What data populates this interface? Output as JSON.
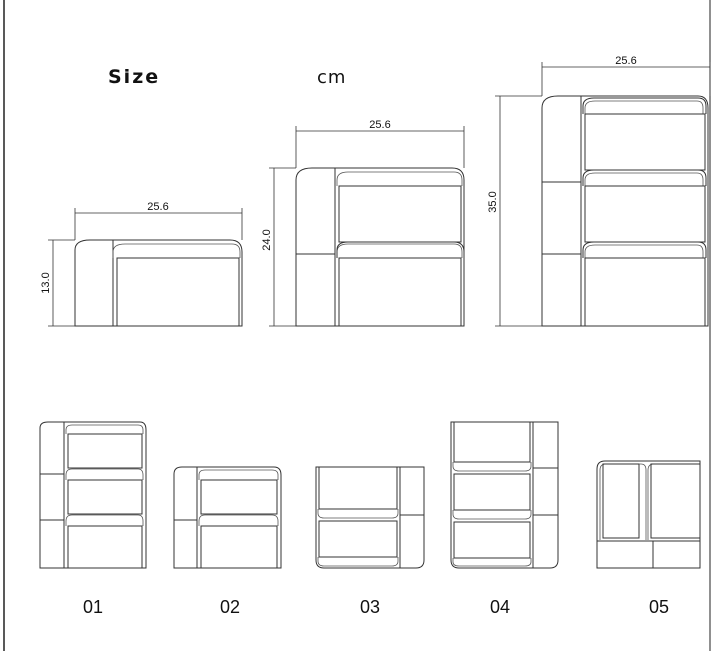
{
  "header": {
    "title": "Size",
    "unit": "cm"
  },
  "dimensions": {
    "width_small": "25.6",
    "width_medium": "25.6",
    "width_large": "25.6",
    "height_small": "13.0",
    "height_medium": "24.0",
    "height_large": "35.0"
  },
  "configurations": [
    {
      "label": "01"
    },
    {
      "label": "02"
    },
    {
      "label": "03"
    },
    {
      "label": "04"
    },
    {
      "label": "05"
    }
  ],
  "colors": {
    "line": "#333333",
    "background": "#ffffff"
  }
}
